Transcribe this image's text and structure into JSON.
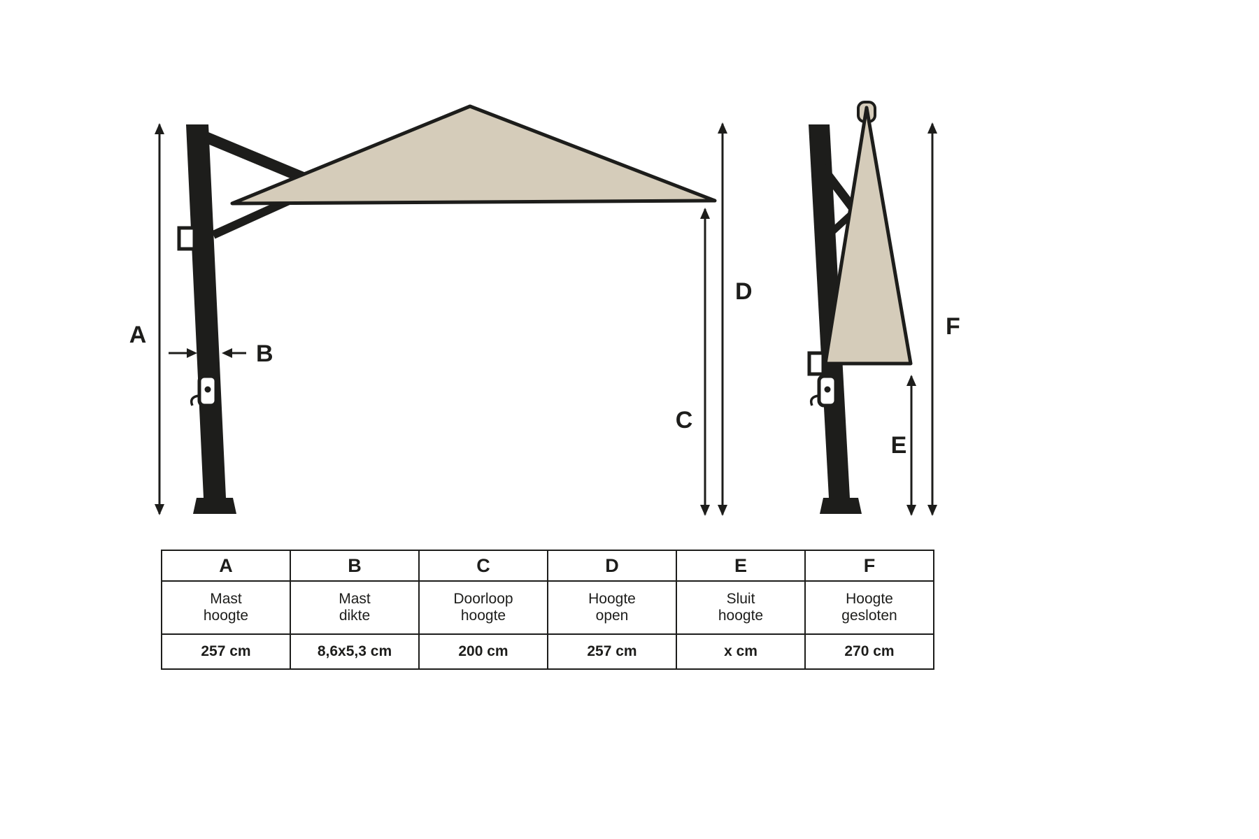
{
  "colors": {
    "canopy": "#d5ccba",
    "frame": "#1d1d1b"
  },
  "diagram": {
    "labels": {
      "a": "A",
      "b": "B",
      "c": "C",
      "d": "D",
      "e": "E",
      "f": "F"
    }
  },
  "table": {
    "columns": [
      {
        "letter": "A",
        "description": "Mast\nhoogte",
        "value": "257 cm"
      },
      {
        "letter": "B",
        "description": "Mast\ndikte",
        "value": "8,6x5,3 cm"
      },
      {
        "letter": "C",
        "description": "Doorloop\nhoogte",
        "value": "200 cm"
      },
      {
        "letter": "D",
        "description": "Hoogte\nopen",
        "value": "257 cm"
      },
      {
        "letter": "E",
        "description": "Sluit\nhoogte",
        "value": "x cm"
      },
      {
        "letter": "F",
        "description": "Hoogte\ngesloten",
        "value": "270 cm"
      }
    ]
  }
}
